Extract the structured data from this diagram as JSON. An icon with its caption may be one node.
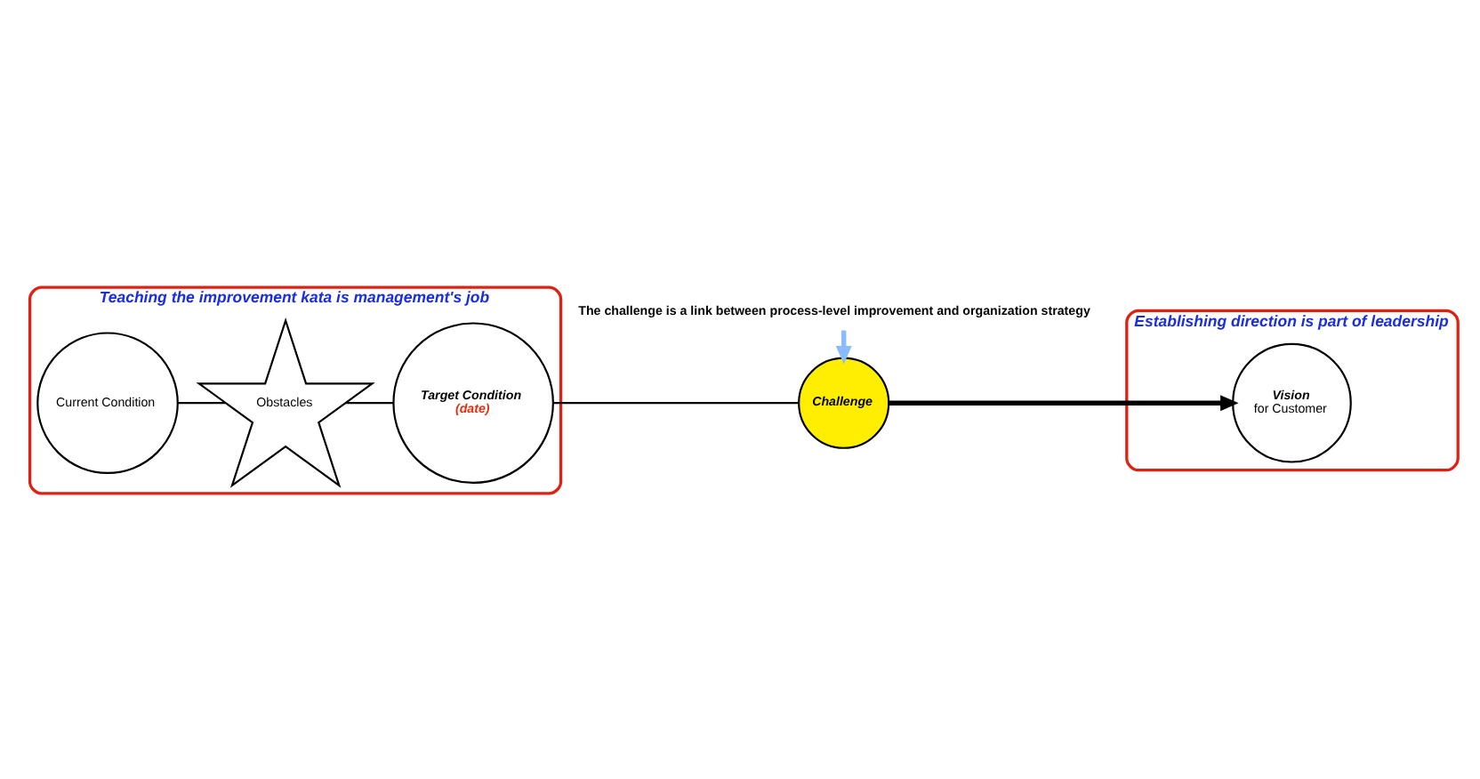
{
  "diagram": {
    "nodes": [
      {
        "text": [
          "Teaching the improvement kata is management's job"
        ]
      },
      {
        "text": [
          "Establishing direction is part of leadership"
        ]
      },
      {
        "text": [
          "Current Condition"
        ],
        "in": 0
      },
      {
        "text": [
          "Obstacles"
        ],
        "in": 0
      },
      {
        "text": [
          "Target Condition",
          "(date)"
        ],
        "in": 0
      },
      {
        "text": [
          "Challenge"
        ]
      },
      {
        "text": [
          "Vision",
          "for Customer"
        ],
        "in": 1
      },
      {
        "text": [
          "The challenge is a link between process-level improvement and organization strategy"
        ]
      }
    ],
    "edges": [
      {
        "from": 2,
        "to": 3,
        "arrow": "none"
      },
      {
        "from": 3,
        "to": 4,
        "arrow": "none"
      },
      {
        "from": 4,
        "to": 5,
        "arrow": "none"
      },
      {
        "from": 5,
        "to": 6,
        "arrow": "to",
        "style": "thick"
      },
      {
        "from": 7,
        "to": 5,
        "arrow": "to",
        "style": "thick",
        "color": "#88bbff"
      }
    ]
  }
}
